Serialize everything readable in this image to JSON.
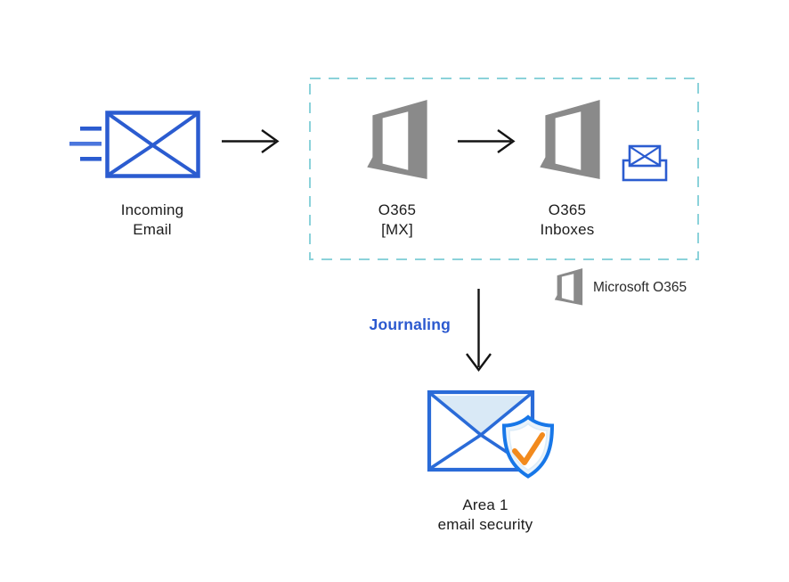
{
  "nodes": {
    "incoming_email": {
      "line1": "Incoming",
      "line2": "Email"
    },
    "o365_mx": {
      "line1": "O365",
      "line2": "[MX]"
    },
    "o365_inboxes": {
      "line1": "O365",
      "line2": "Inboxes"
    },
    "area1": {
      "line1": "Area 1",
      "line2": "email security"
    }
  },
  "flow": {
    "journaling_label": "Journaling"
  },
  "legend": {
    "label": "Microsoft O365"
  },
  "icons": {
    "incoming_email": "envelope-icon",
    "speed_lines": "motion-lines-icon",
    "o365": "office365-logo-icon",
    "inbox": "inbox-tray-envelope-icon",
    "area1": "envelope-shield-icon",
    "check": "checkmark-icon",
    "arrow_right": "arrow-right-icon",
    "arrow_down": "arrow-down-icon"
  },
  "colors": {
    "envelope_blue": "#2b5cd0",
    "envelope_blue_light": "#4b76dd",
    "office_gray": "#8a8a8a",
    "dashed_border_teal": "#8bd2da",
    "journaling_blue": "#2b59cf",
    "area1_border_blue": "#2a6bd8",
    "shield_blue": "#1777e8",
    "check_orange": "#f28a1d",
    "light_fill": "#e9f3fb",
    "flap_fill": "#d9e9f6",
    "arrow_black": "#141414",
    "text_black": "#1c1c1c"
  }
}
